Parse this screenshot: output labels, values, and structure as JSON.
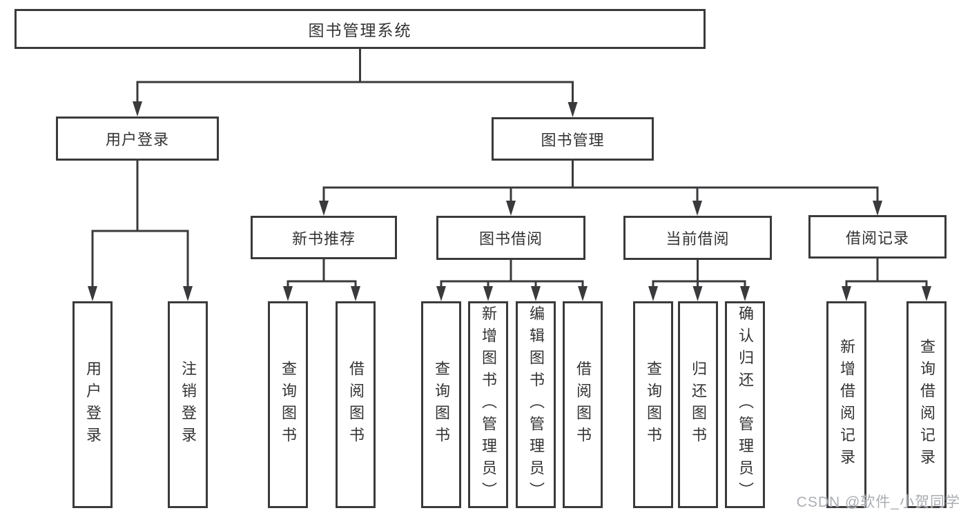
{
  "diagram": {
    "root": "图书管理系统",
    "branches": [
      {
        "label": "用户登录",
        "children": [
          "用户登录",
          "注销登录"
        ]
      },
      {
        "label": "图书管理",
        "groups": [
          {
            "label": "新书推荐",
            "children": [
              "查询图书",
              "借阅图书"
            ]
          },
          {
            "label": "图书借阅",
            "children": [
              "查询图书",
              "新增图书（管理员）",
              "编辑图书（管理员）",
              "借阅图书"
            ]
          },
          {
            "label": "当前借阅",
            "children": [
              "查询图书",
              "归还图书",
              "确认归还（管理员）"
            ]
          },
          {
            "label": "借阅记录",
            "children": [
              "新增借阅记录",
              "查询借阅记录"
            ]
          }
        ]
      }
    ]
  },
  "watermark": "CSDN @软件_小贺同学",
  "colors": {
    "line": "#3a3a3c",
    "text": "#333333",
    "background": "#ffffff",
    "watermark": "#a9adb2"
  }
}
